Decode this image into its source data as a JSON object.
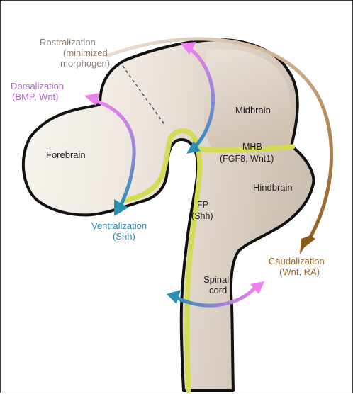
{
  "colors": {
    "tissue_light": "#f7f4ef",
    "tissue_dark": "#cfc2b4",
    "outline": "#111111",
    "floor_plate": "#d4dc55",
    "rostral": "#e6d8cc",
    "dorsal": "#ee82ee",
    "ventral": "#2a8fb5",
    "caudal": "#8a5a1c"
  },
  "regions": {
    "forebrain": "Forebrain",
    "midbrain": "Midbrain",
    "hindbrain": "Hindbrain",
    "mhb": "MHB",
    "mhb_signals": "(FGF8, Wnt1)",
    "fp": "FP",
    "fp_signal": "(Shh)",
    "spinal_line1": "Spinal",
    "spinal_line2": "cord"
  },
  "axes": {
    "rostralization": "Rostralization",
    "rostralization_note1": "(minimized",
    "rostralization_note2": "morphogen)",
    "dorsalization": "Dorsalization",
    "dorsalization_signals": "(BMP, Wnt)",
    "ventralization": "Ventralization",
    "ventralization_signals": "(Shh)",
    "caudalization": "Caudalization",
    "caudalization_signals": "(Wnt, RA)"
  }
}
